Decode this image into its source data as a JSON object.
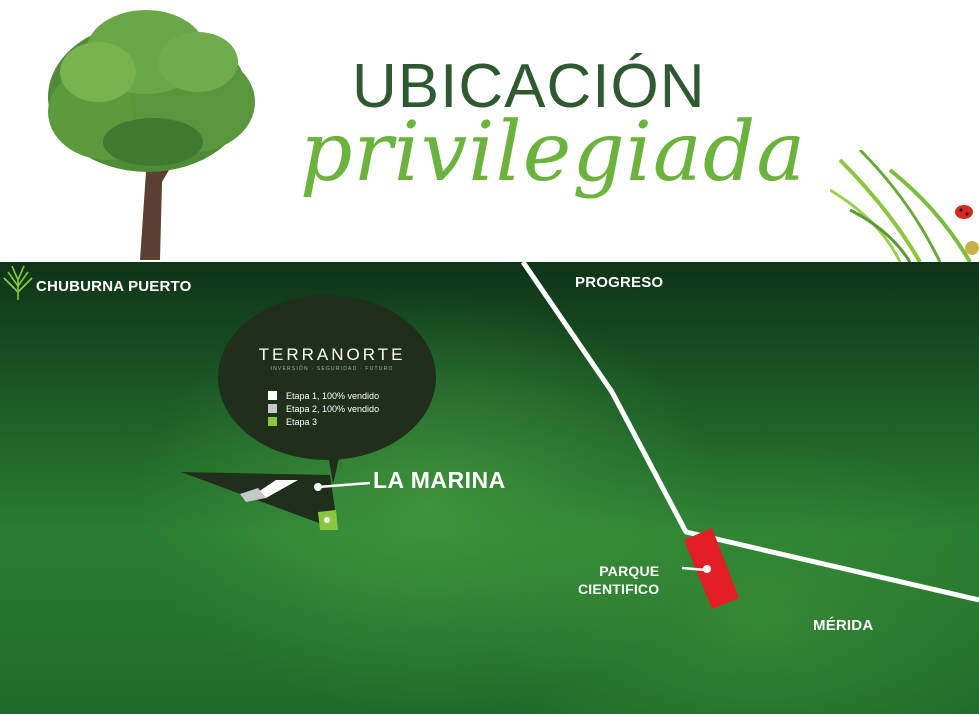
{
  "header": {
    "title": "UBICACIÓN",
    "subtitle": "privilegiada"
  },
  "map": {
    "places": {
      "chuburna": "CHUBURNA PUERTO",
      "progreso": "PROGRESO",
      "merida": "MÉRIDA",
      "parque_line1": "PARQUE",
      "parque_line2": "CIENTIFICO",
      "marina": "LA MARINA"
    },
    "brand": {
      "name": "TERRANORTE",
      "tagline": "INVERSIÓN · SEGURIDAD · FUTURO"
    },
    "legend": [
      {
        "label": "Etapa 1, 100% vendido",
        "color": "#ffffff"
      },
      {
        "label": "Etapa 2, 100% vendido",
        "color": "#c8c8c8"
      },
      {
        "label": "Etapa 3",
        "color": "#8cc63f"
      }
    ],
    "colors": {
      "road": "#ffffff",
      "parque": "#e31e24",
      "bubble": "#1f2f1c",
      "etapa3": "#8cc63f"
    }
  }
}
